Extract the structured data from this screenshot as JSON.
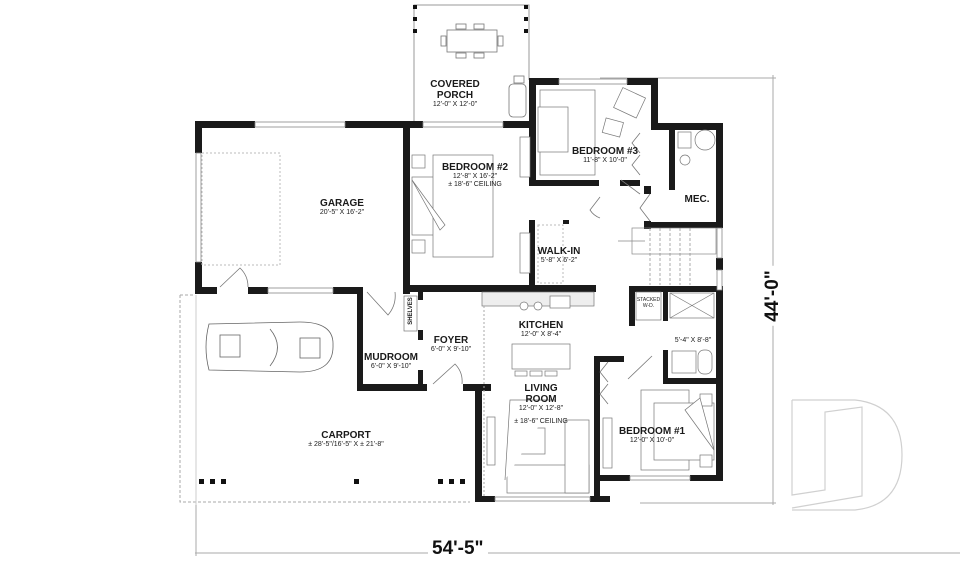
{
  "floor_plan": {
    "overall_width": "54'-5\"",
    "overall_depth": "44'-0\"",
    "colors": {
      "wall": "#1a1a1a",
      "line": "#888888",
      "background": "#ffffff",
      "watermark": "#cccccc"
    },
    "rooms": [
      {
        "id": "covered-porch",
        "name_line1": "COVERED",
        "name_line2": "PORCH",
        "dims": "12'-0\" X 12'-0\""
      },
      {
        "id": "bedroom-2",
        "name": "BEDROOM #2",
        "dims": "12'-8\" X 16'-2\"",
        "ceiling": "± 18'-6\" CEILING"
      },
      {
        "id": "bedroom-3",
        "name": "BEDROOM #3",
        "dims": "11'-8\" X 10'-0\""
      },
      {
        "id": "mec",
        "name": "MEC."
      },
      {
        "id": "garage",
        "name": "GARAGE",
        "dims": "20'-5\" X 16'-2\""
      },
      {
        "id": "walk-in",
        "name": "WALK-IN",
        "dims": "5'-8\" X 6'-2\""
      },
      {
        "id": "kitchen",
        "name": "KITCHEN",
        "dims": "12'-0\" X 8'-4\""
      },
      {
        "id": "foyer",
        "name": "FOYER",
        "dims": "6'-0\" X 9'-10\""
      },
      {
        "id": "mudroom",
        "name": "MUDROOM",
        "dims": "6'-0\" X 9'-10\""
      },
      {
        "id": "bathroom",
        "dims": "5'-4\" X 8'-8\""
      },
      {
        "id": "living-room",
        "name_line1": "LIVING",
        "name_line2": "ROOM",
        "dims": "12'-0\" X 12'-8\"",
        "ceiling": "± 18'-6\" CEILING"
      },
      {
        "id": "bedroom-1",
        "name": "BEDROOM #1",
        "dims": "12'-0\" X 10'-0\""
      },
      {
        "id": "carport",
        "name": "CARPORT",
        "dims": "± 28'-5\"/16'-5\" X ± 21'-8\""
      }
    ],
    "annotations": {
      "shelves": "SHELVES",
      "stacked_wd_1": "STACKED",
      "stacked_wd_2": "W-D."
    }
  }
}
